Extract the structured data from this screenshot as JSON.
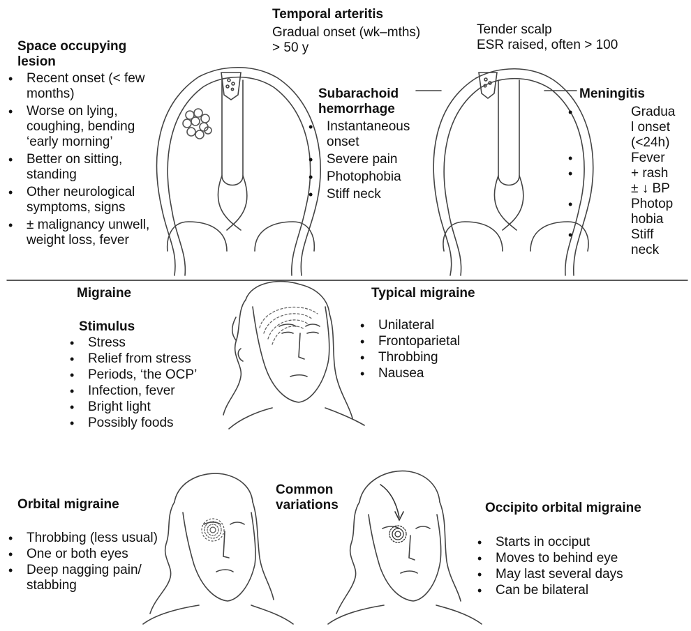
{
  "temporal_arteritis": {
    "title": "Temporal arteritis",
    "lines": "Gradual onset (wk–mths)\n> 50 y",
    "right": "Tender scalp\nESR raised, often > 100"
  },
  "space_occupying": {
    "title": "Space occupying\nlesion",
    "items": [
      "Recent onset (< few\nmonths)",
      "Worse on lying,\ncoughing, bending\n‘early morning’",
      "Better on sitting,\nstanding",
      "Other neurological\nsymptoms, signs",
      "± malignancy unwell,\nweight loss, fever"
    ]
  },
  "subarachnoid": {
    "title": "Subarachoid\nhemorrhage",
    "items": [
      "Instantaneous\nonset",
      "Severe pain",
      "Photophobia",
      "Stiff neck"
    ]
  },
  "meningitis": {
    "title": "Meningitis",
    "items": [
      "Gradua\nl onset\n(<24h)",
      "Fever",
      "+ rash\n± ↓ BP",
      "Photop\nhobia",
      "Stiff\nneck"
    ]
  },
  "migraine": {
    "title": "Migraine",
    "stimulus_title": "Stimulus",
    "stimulus_items": [
      "Stress",
      "Relief from stress",
      "Periods, ‘the OCP’",
      "Infection, fever",
      "Bright light",
      "Possibly foods"
    ],
    "typical_title": "Typical migraine",
    "typical_items": [
      "Unilateral",
      "Frontoparietal",
      "Throbbing",
      "Nausea"
    ]
  },
  "variations": {
    "title": "Common\nvariations",
    "orbital_title": "Orbital migraine",
    "orbital_items": [
      "Throbbing (less usual)",
      "One or both eyes",
      "Deep nagging pain/\nstabbing"
    ],
    "occipito_title": "Occipito orbital migraine",
    "occipito_items": [
      "Starts in occiput",
      "Moves to behind eye",
      "May last several days",
      "Can be bilateral"
    ]
  }
}
